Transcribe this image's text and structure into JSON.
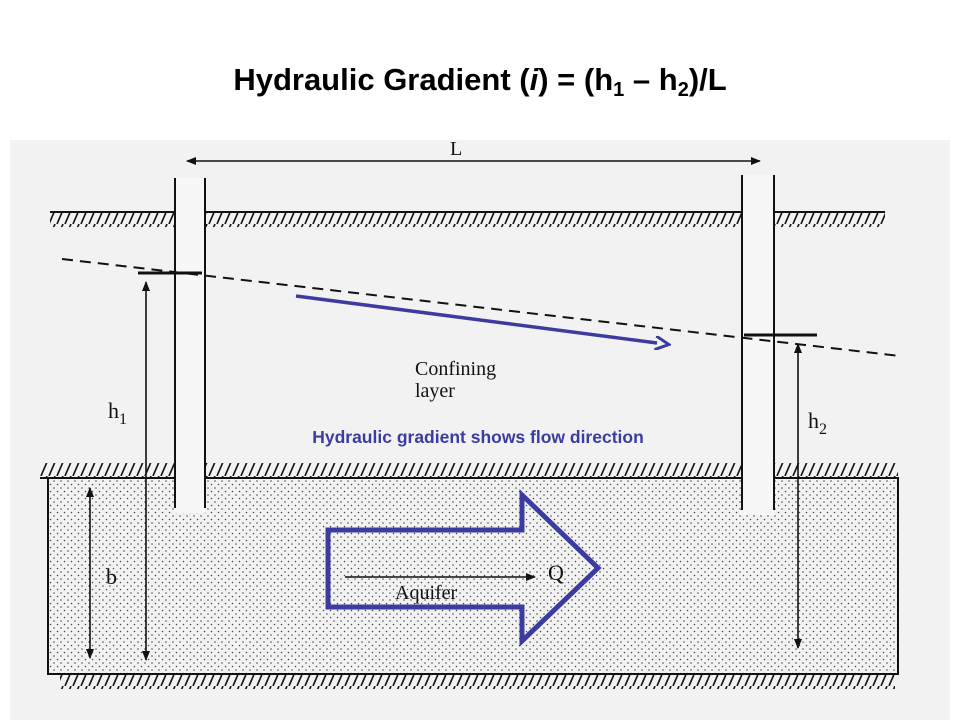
{
  "title": {
    "prefix": "Hydraulic Gradient (",
    "var": "i",
    "middle": ") = (h",
    "sub1": "1",
    "minus": " – h",
    "sub2": "2",
    "suffix": ")/L"
  },
  "labels": {
    "length": "L",
    "h1_main": "h",
    "h1_sub": "1",
    "h2_main": "h",
    "h2_sub": "2",
    "b": "b",
    "confining_line1": "Confining",
    "confining_line2": "layer",
    "aquifer": "Aquifer",
    "q": "Q"
  },
  "annotation": "Hydraulic gradient shows flow direction",
  "colors": {
    "accent": "#3c3ca0",
    "diagram_bg": "#f2f2f2",
    "ink": "#111111"
  }
}
